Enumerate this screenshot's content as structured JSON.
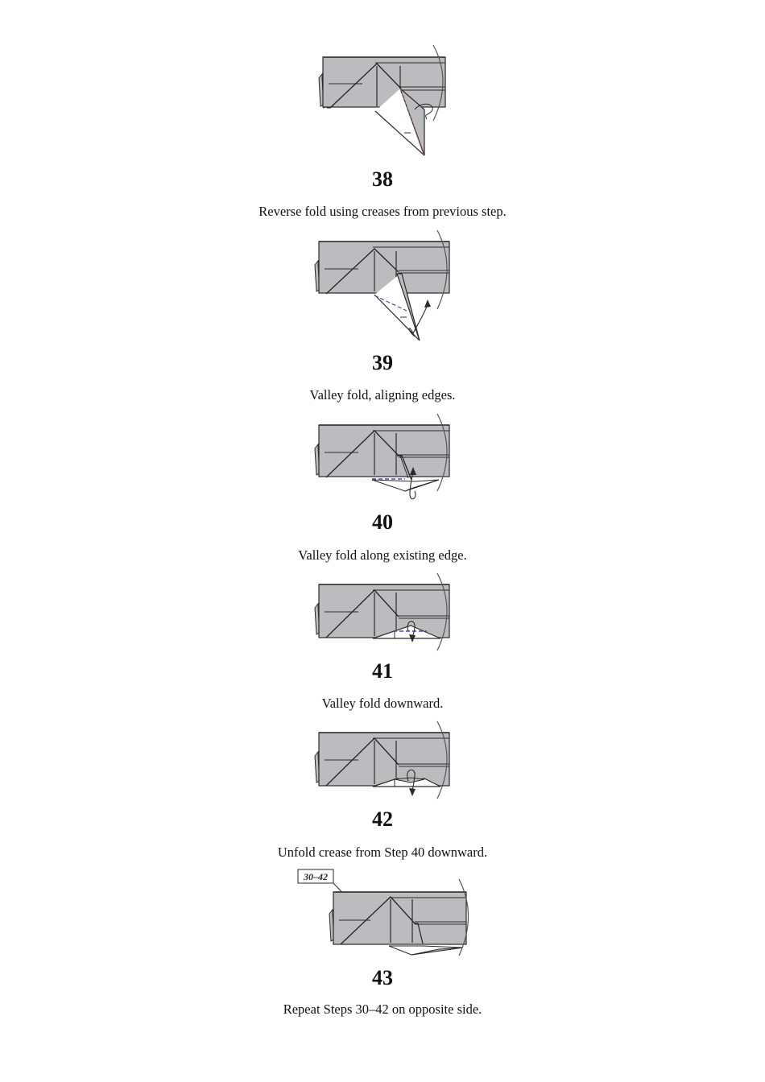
{
  "steps": [
    {
      "number": "38",
      "caption": "Reverse fold using creases from previous step."
    },
    {
      "number": "39",
      "caption": "Valley fold, aligning edges."
    },
    {
      "number": "40",
      "caption": "Valley fold along existing edge."
    },
    {
      "number": "41",
      "caption": "Valley fold downward."
    },
    {
      "number": "42",
      "caption": "Unfold crease from Step 40 downward."
    },
    {
      "number": "43",
      "caption": "Repeat Steps 30–42 on opposite side.",
      "repeat_label": "30–42"
    }
  ],
  "colors": {
    "paper": "#bcbcbf",
    "line": "#2a2a2a",
    "valley_fold": "#4a4aa8",
    "mountain_fold": "#d9534f"
  }
}
